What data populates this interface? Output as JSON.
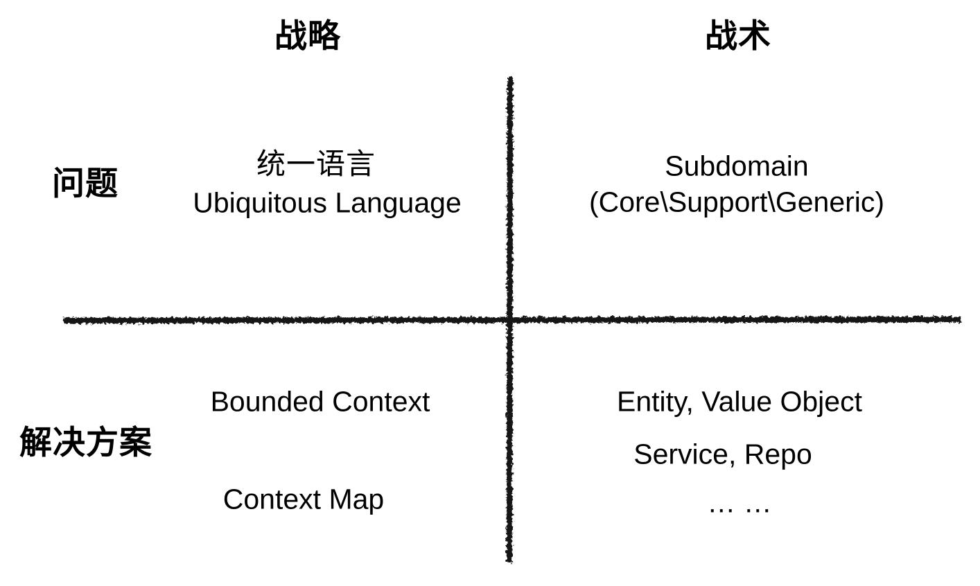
{
  "matrix": {
    "column_headers": [
      {
        "label": "战略"
      },
      {
        "label": "战术"
      }
    ],
    "row_headers": [
      {
        "label": "问题"
      },
      {
        "label": "解决方案"
      }
    ],
    "cells": {
      "problem_strategy": {
        "lines": [
          "统一语言",
          "Ubiquitous Language"
        ]
      },
      "problem_tactics": {
        "lines": [
          "Subdomain",
          "(Core\\Support\\Generic)"
        ]
      },
      "solution_strategy": {
        "lines": [
          "Bounded Context",
          "Context Map"
        ]
      },
      "solution_tactics": {
        "lines": [
          "Entity, Value Object",
          "Service, Repo",
          "… …"
        ]
      }
    },
    "colors": {
      "text": "#000000",
      "axis_line": "#141414",
      "background": "#ffffff"
    }
  }
}
